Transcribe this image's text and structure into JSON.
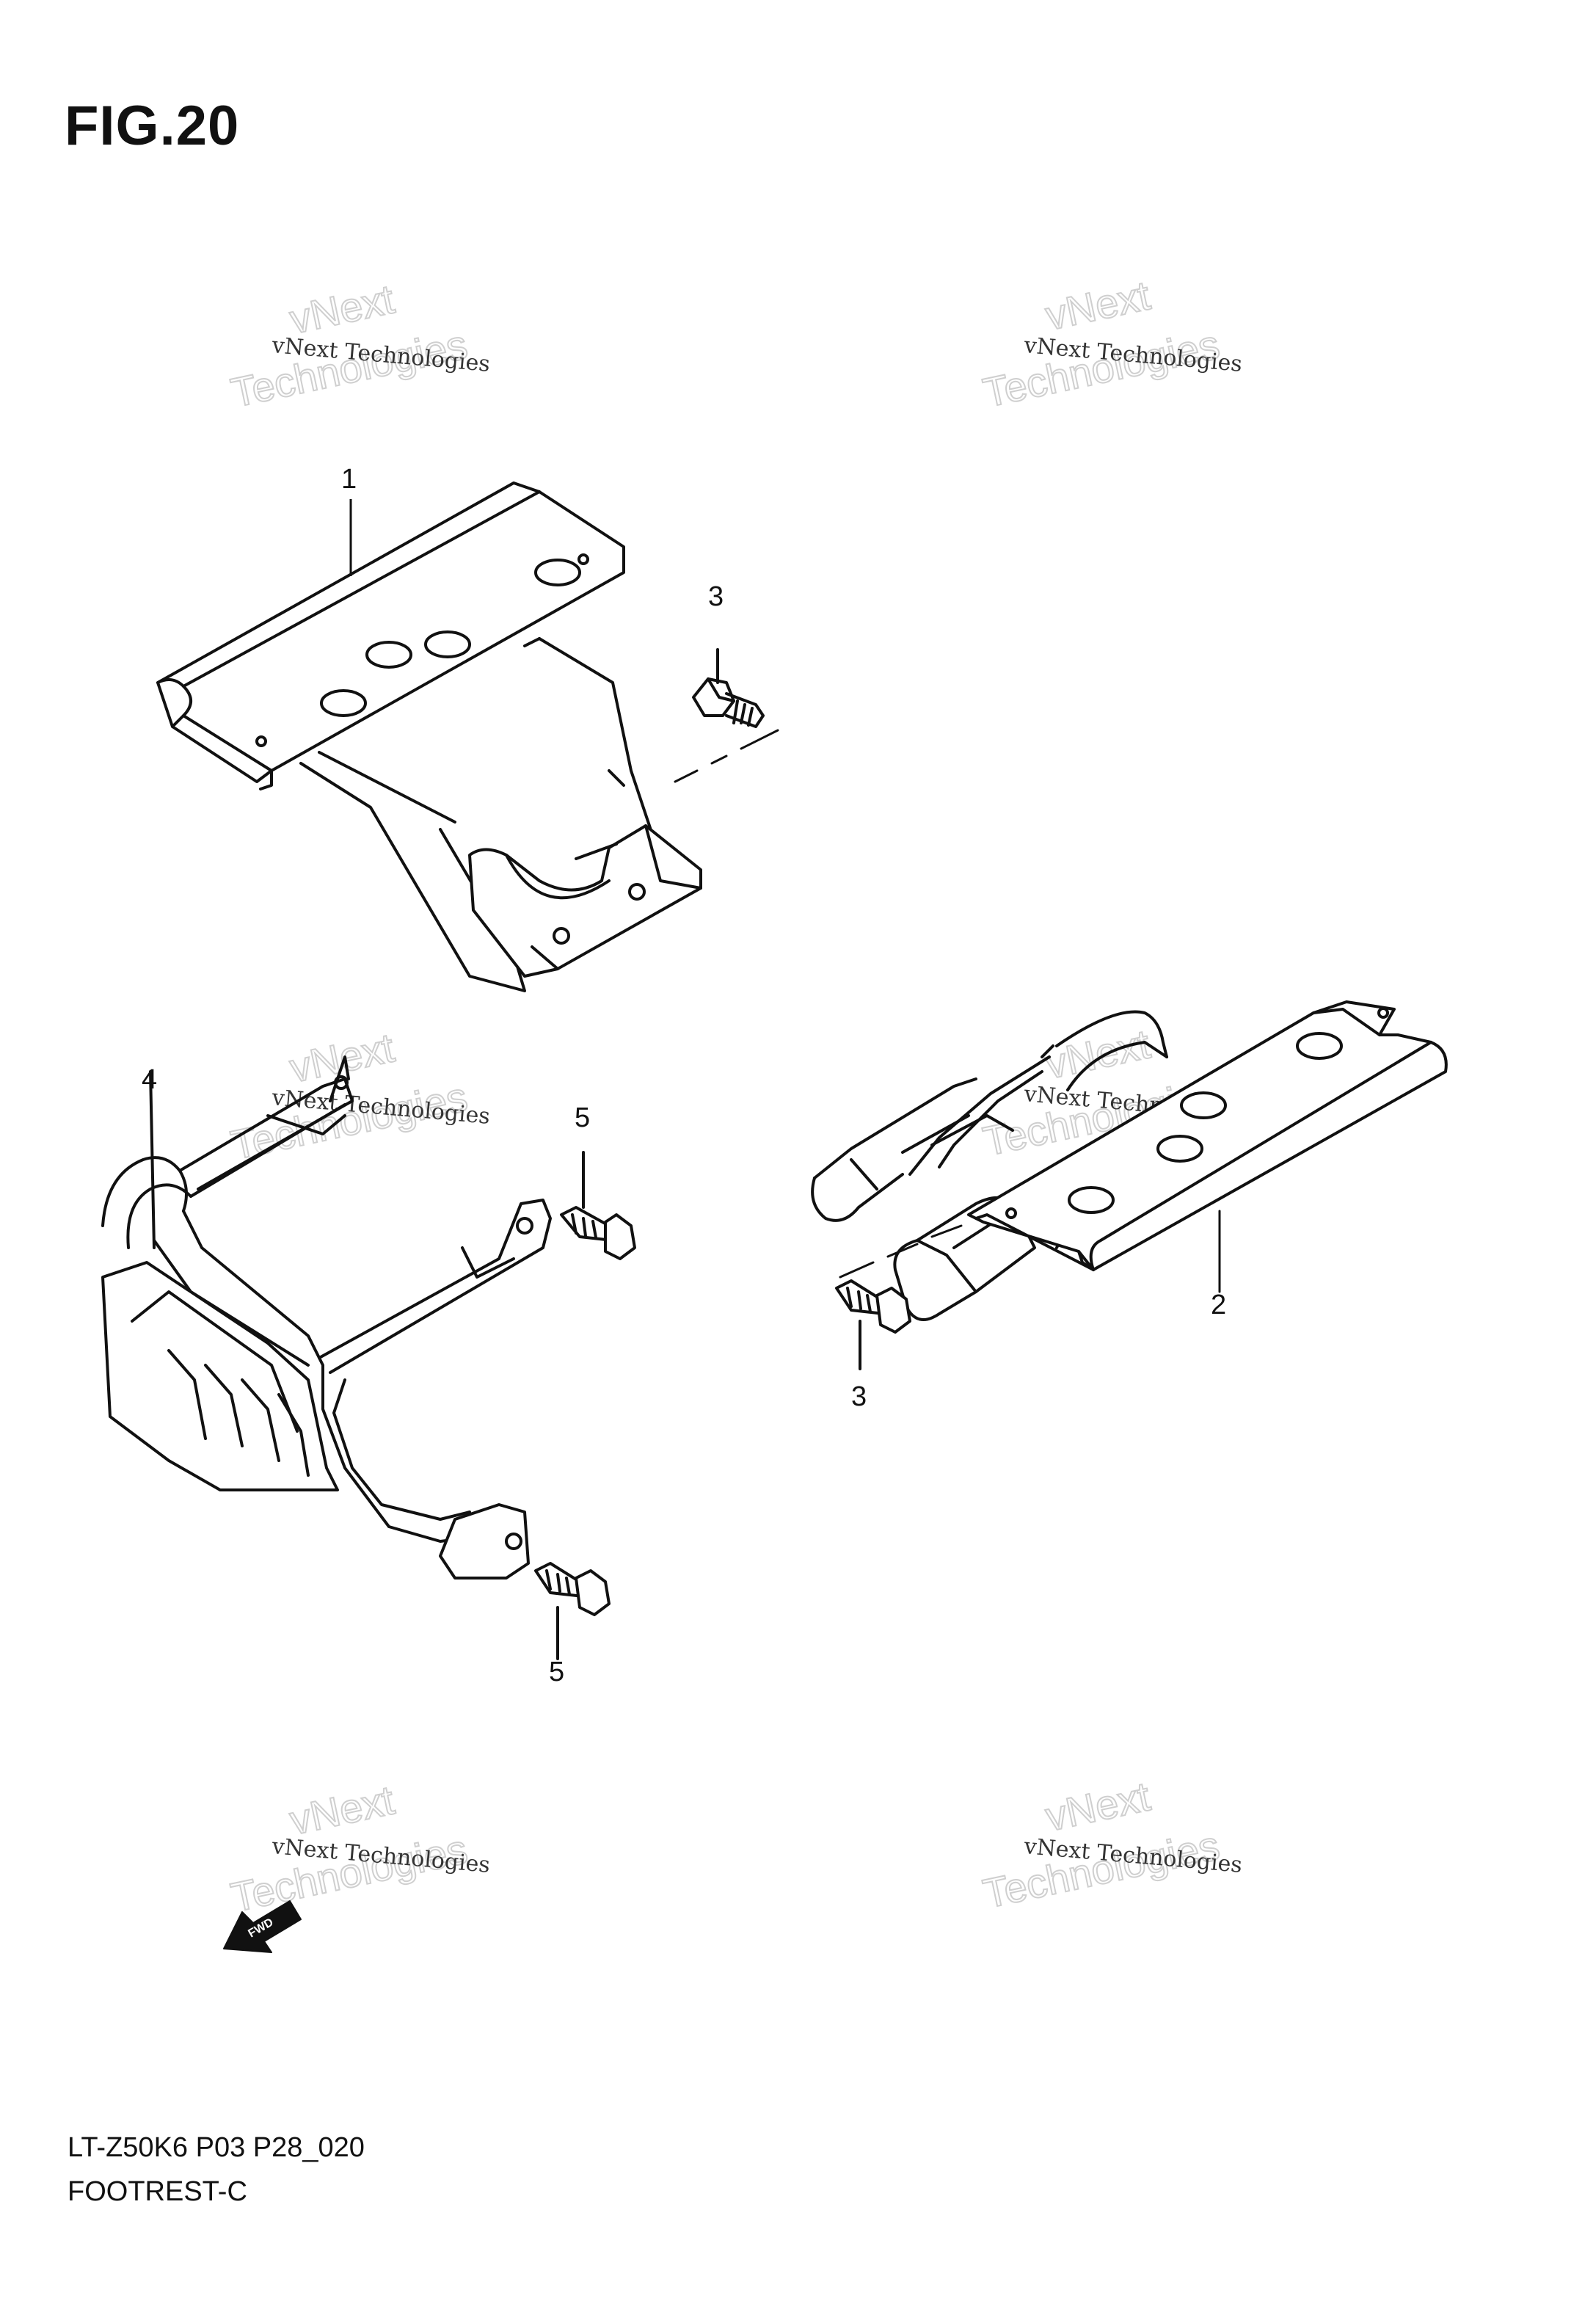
{
  "figure": {
    "title": "FIG.20"
  },
  "footer": {
    "code": "LT-Z50K6 P03 P28_020",
    "name": "FOOTREST-C"
  },
  "watermark": {
    "small": "vNext Technologies",
    "big_top": "vNext",
    "big_bottom": "Technologies"
  },
  "fwd_arrow": {
    "label": "FWD"
  },
  "callouts": {
    "part1": "1",
    "part2": "2",
    "part3_top": "3",
    "part3_bottom": "3",
    "part4": "4",
    "part5_top": "5",
    "part5_bottom": "5"
  },
  "colors": {
    "line": "#111111",
    "watermark": "#cfcfcf"
  }
}
